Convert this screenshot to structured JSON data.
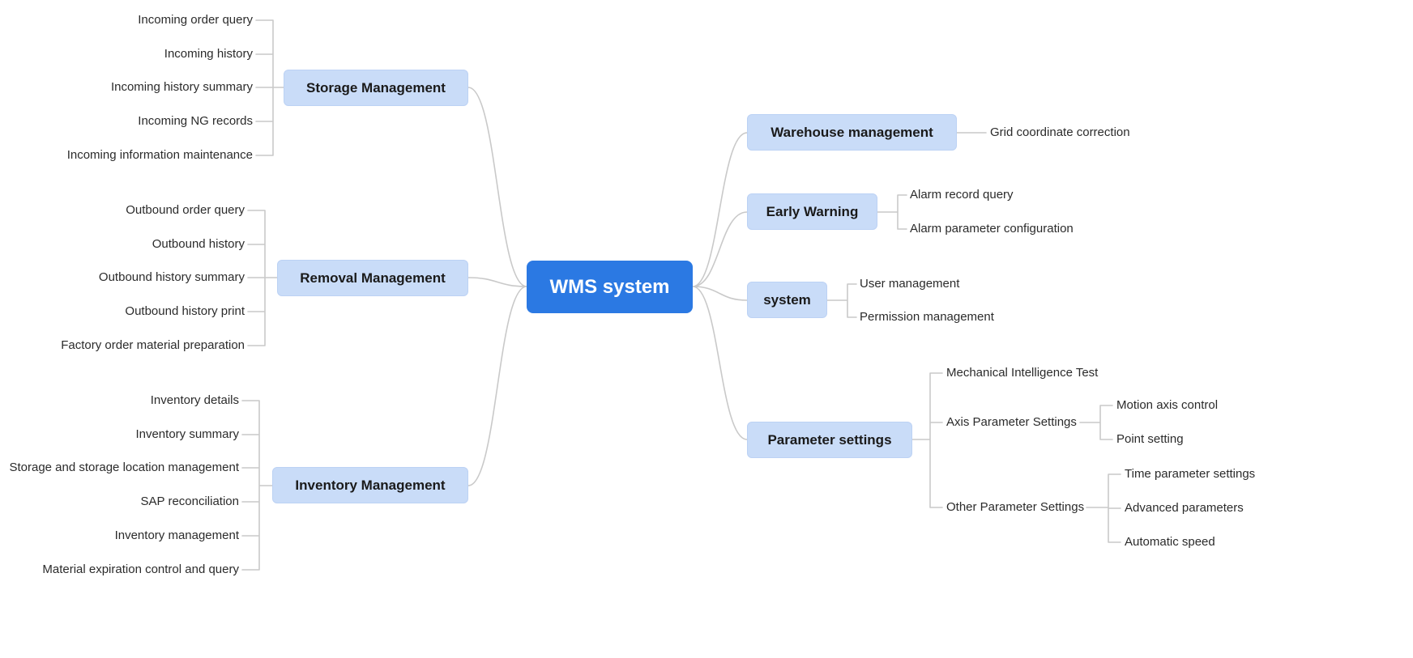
{
  "root": {
    "label": "WMS system"
  },
  "left": [
    {
      "label": "Storage Management",
      "children": [
        "Incoming order query",
        "Incoming history",
        "Incoming history summary",
        "Incoming NG records",
        "Incoming information maintenance"
      ]
    },
    {
      "label": "Removal Management",
      "children": [
        "Outbound order query",
        "Outbound history",
        "Outbound history summary",
        "Outbound history print",
        "Factory order material preparation"
      ]
    },
    {
      "label": "Inventory Management",
      "children": [
        "Inventory details",
        "Inventory summary",
        "Storage and storage location management",
        "SAP reconciliation",
        "Inventory management",
        "Material expiration control and query"
      ]
    }
  ],
  "right": [
    {
      "label": "Warehouse management",
      "children": [
        {
          "label": "Grid coordinate correction"
        }
      ]
    },
    {
      "label": "Early Warning",
      "children": [
        {
          "label": "Alarm record query"
        },
        {
          "label": "Alarm parameter configuration"
        }
      ]
    },
    {
      "label": "system",
      "children": [
        {
          "label": "User management"
        },
        {
          "label": "Permission management"
        }
      ]
    },
    {
      "label": "Parameter settings",
      "children": [
        {
          "label": "Mechanical Intelligence Test"
        },
        {
          "label": "Axis Parameter Settings",
          "children": [
            {
              "label": "Motion axis control"
            },
            {
              "label": "Point setting"
            }
          ]
        },
        {
          "label": "Other Parameter Settings",
          "children": [
            {
              "label": "Time parameter settings"
            },
            {
              "label": "Advanced parameters"
            },
            {
              "label": "Automatic speed"
            }
          ]
        }
      ]
    }
  ],
  "colors": {
    "root_bg": "#2b79e3",
    "root_text": "#ffffff",
    "branch_bg": "#c9dcf8",
    "branch_border": "#bcd2f4",
    "branch_text": "#1a1a1a",
    "leaf_text": "#2b2b2b",
    "connector": "#c9c9c9"
  }
}
